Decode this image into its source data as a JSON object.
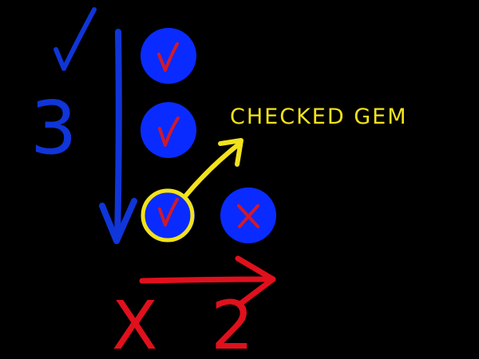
{
  "colors": {
    "background": "#000000",
    "gem": "#0a2bff",
    "check_mark": "#d0192b",
    "vertical_annotation": "#1035d8",
    "horizontal_annotation": "#e0101c",
    "highlight": "#f2e21c"
  },
  "vertical": {
    "count_label": "3",
    "check_icon": "check-mark-icon"
  },
  "horizontal": {
    "count_label": "X 2"
  },
  "callout": {
    "label": "CHECKED GEM"
  },
  "gems": [
    {
      "row": 1,
      "col": 1,
      "mark": "check"
    },
    {
      "row": 2,
      "col": 1,
      "mark": "check"
    },
    {
      "row": 3,
      "col": 1,
      "mark": "check",
      "highlighted": true
    },
    {
      "row": 3,
      "col": 2,
      "mark": "cross"
    }
  ]
}
